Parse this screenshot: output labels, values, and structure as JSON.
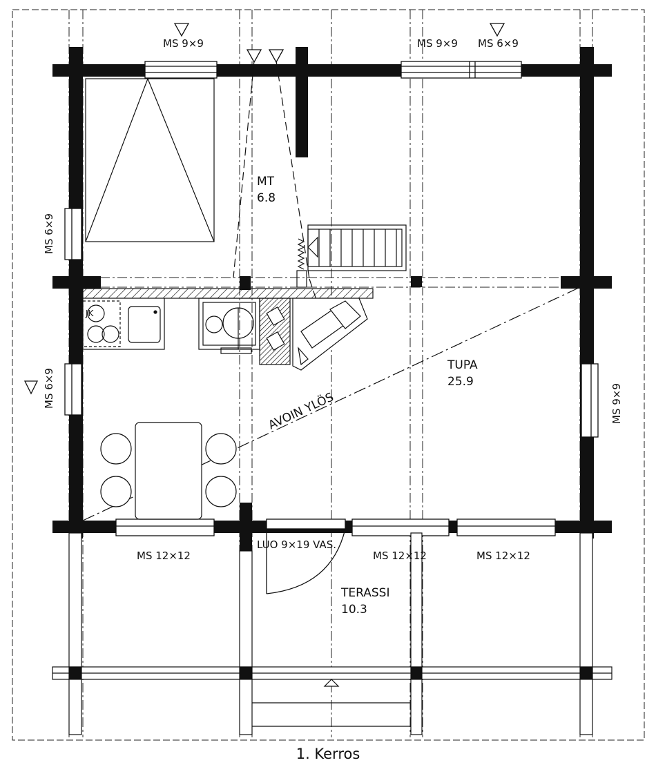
{
  "plan": {
    "caption": "1. Kerros",
    "rooms": {
      "mt_name": "MT",
      "mt_area": "6.8",
      "tupa_name": "TUPA",
      "tupa_area": "25.9",
      "terassi_name": "TERASSI",
      "terassi_area": "10.3"
    },
    "windows": {
      "top_left": "MS 9×9",
      "top_mid": "MS 9×9",
      "top_right": "MS 6×9",
      "left_upper": "MS 6×9",
      "left_lower": "MS 6×9",
      "right": "MS 9×9",
      "bottom_left": "MS 12×12",
      "bottom_mid": "MS 12×12",
      "bottom_right": "MS 12×12"
    },
    "door_label": "LUO 9×19 VAS.",
    "open_label": "AVOIN YLÖS",
    "stove_label": "JK"
  }
}
